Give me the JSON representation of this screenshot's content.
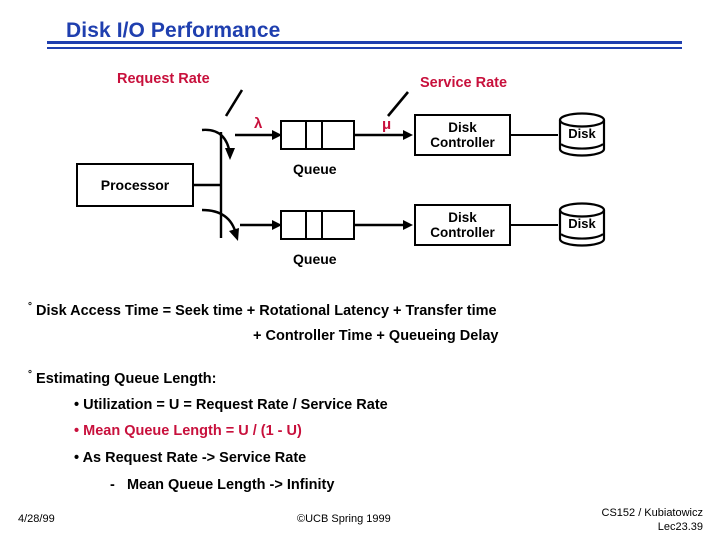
{
  "slide": {
    "title": "Disk I/O Performance",
    "accent_color": "#1F3FAF",
    "highlight_color": "#C8103C"
  },
  "diagram": {
    "request_rate_label": "Request Rate",
    "service_rate_label": "Service Rate",
    "lambda_symbol": "λ",
    "mu_symbol": "μ",
    "processor_label": "Processor",
    "queue_caption_1": "Queue",
    "queue_caption_2": "Queue",
    "controller_1_line1": "Disk",
    "controller_1_line2": "Controller",
    "controller_2_line1": "Disk",
    "controller_2_line2": "Controller",
    "disk_1_label": "Disk",
    "disk_2_label": "Disk"
  },
  "body": {
    "bullet_marker": "°",
    "sub_marker": "•",
    "dash_marker": "-",
    "access_time_line1": "Disk Access Time  =  Seek time  +  Rotational Latency  + Transfer time",
    "access_time_line2": "+ Controller Time  +  Queueing Delay",
    "estimating_heading": "Estimating Queue Length:",
    "sub_items": [
      {
        "text": "Utilization = U = Request Rate / Service Rate",
        "color": "#000000"
      },
      {
        "text": "Mean Queue Length = U / (1 - U)",
        "color": "#C8103C"
      },
      {
        "text": "As Request Rate  ->  Service Rate",
        "color": "#000000"
      }
    ],
    "sub_sub_item": "Mean Queue Length  ->  Infinity"
  },
  "footer": {
    "date": "4/28/99",
    "center": "©UCB Spring 1999",
    "course": "CS152 / Kubiatowicz",
    "lecture": "Lec23.39"
  }
}
